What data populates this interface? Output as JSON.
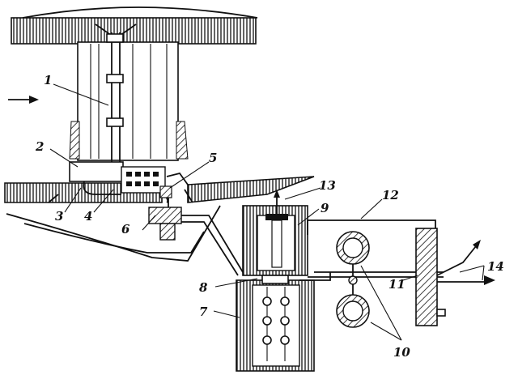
{
  "labels": {
    "l1": "1",
    "l2": "2",
    "l3": "3",
    "l4": "4",
    "l5": "5",
    "l6": "6",
    "l7": "7",
    "l8": "8",
    "l9": "9",
    "l10": "10",
    "l11": "11",
    "l12": "12",
    "l13": "13",
    "l14": "14"
  },
  "colors": {
    "ink": "#111111",
    "paper": "#ffffff"
  }
}
